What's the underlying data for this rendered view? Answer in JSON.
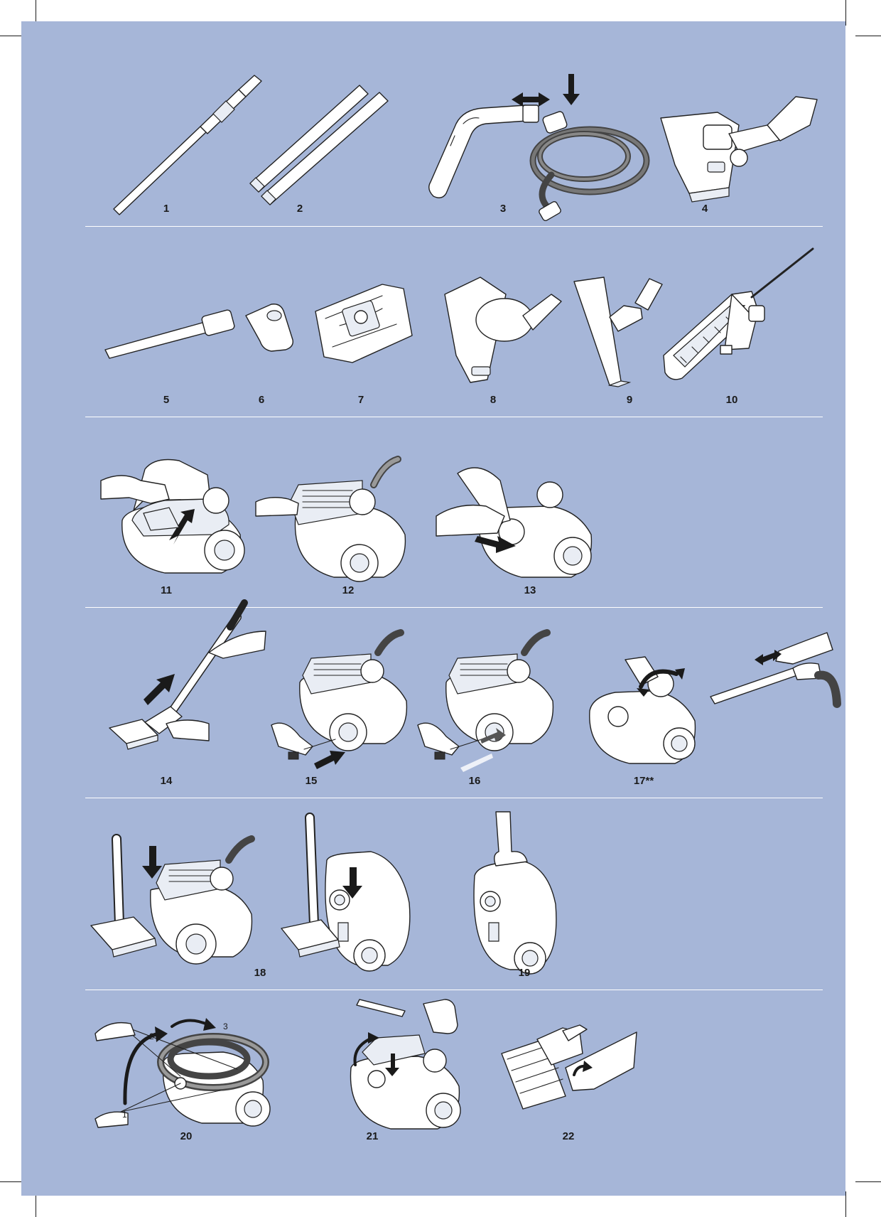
{
  "labels": {
    "n1": "1",
    "n2": "2",
    "n3": "3",
    "n4": "4",
    "n5": "5",
    "n6": "6",
    "n7": "7",
    "n8": "8",
    "n9": "9",
    "n10": "10",
    "n11": "11",
    "n12": "12",
    "n13": "13",
    "n14": "14",
    "n15": "15",
    "n16": "16",
    "n17": "17**",
    "n18": "18",
    "n19": "19",
    "n20": "20",
    "n21": "21",
    "n22": "22"
  },
  "fig20_steps": [
    "1",
    "2",
    "3"
  ],
  "colors": {
    "panel": "#a6b6d8",
    "divider": "#ffffff",
    "ink": "#1a1a1a"
  }
}
